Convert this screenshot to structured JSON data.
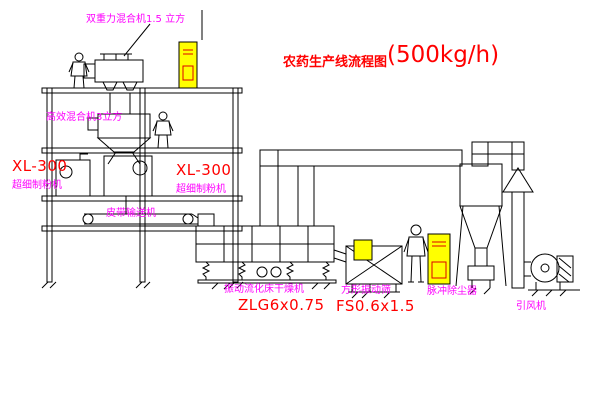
{
  "title": {
    "main": "农药生产线流程图",
    "capacity": "(500kg/h)"
  },
  "labels": {
    "mixer_top": "双重力混合机1.5 立方",
    "mixer_mid": "高效混合机3立方",
    "mill_left_model": "XL-300",
    "mill_left_name": "超细制粉机",
    "mill_right_model": "XL-300",
    "mill_right_name": "超细制粉机",
    "belt_conveyor": "皮带输送机",
    "dryer_name": "振动流化床干燥机",
    "dryer_model": "ZLG6x0.75",
    "screen_name": "方形振动筛",
    "screen_model": "FS0.6x1.5",
    "dust_collector": "脉冲除尘器",
    "fan": "引风机"
  },
  "colors": {
    "title": "#ff0000",
    "model_text": "#ff0000",
    "label_text": "#fe00fe",
    "line": "#000000",
    "cabinet_fill": "#ffff00",
    "background": "#ffffff"
  }
}
